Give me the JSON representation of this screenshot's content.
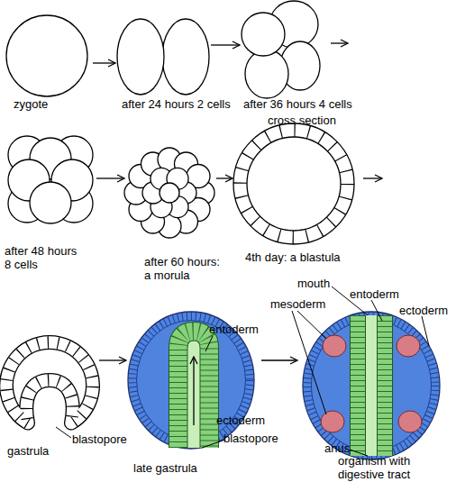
{
  "diagram": {
    "nodes": [
      {
        "text": [
          "zygote"
        ]
      },
      {
        "text": [
          "after 24 hours 2 cells"
        ]
      },
      {
        "text": [
          "after 36 hours 4 cells"
        ]
      },
      {
        "text": [
          "after 48 hours 8 cells"
        ]
      },
      {
        "text": [
          "after 60 hours: a morula"
        ]
      },
      {
        "text": [
          "4th day: a blastula"
        ]
      },
      {
        "text": [
          "gastrula"
        ]
      },
      {
        "text": [
          "late gastrula"
        ]
      },
      {
        "text": [
          "organism with digestive tract"
        ]
      }
    ],
    "edges": [
      {
        "from": 0,
        "to": 1,
        "arrow": "to"
      },
      {
        "from": 1,
        "to": 2,
        "arrow": "to"
      },
      {
        "from": 3,
        "to": 4,
        "arrow": "to"
      },
      {
        "from": 4,
        "to": 5,
        "arrow": "to"
      },
      {
        "from": 6,
        "to": 7,
        "arrow": "to"
      },
      {
        "from": 7,
        "to": 8,
        "arrow": "to"
      }
    ],
    "labels": [
      "cross section",
      "blastopore",
      "entoderm",
      "ectoderm",
      "blastopore",
      "mouth",
      "entoderm",
      "mesoderm",
      "ectoderm",
      "anus"
    ]
  }
}
